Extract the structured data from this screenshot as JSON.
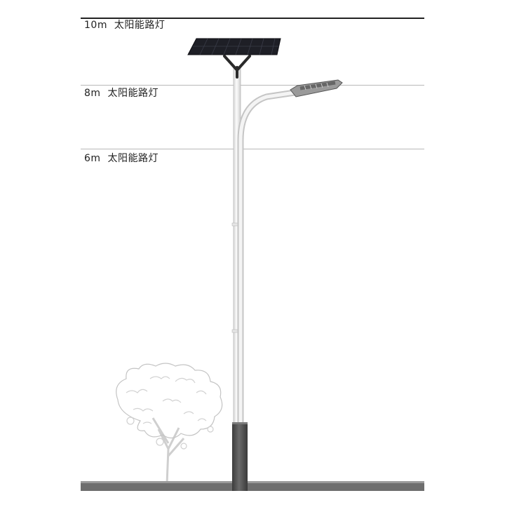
{
  "height_markers": [
    {
      "height_m": 10,
      "label": "10m  太阳能路灯"
    },
    {
      "height_m": 8,
      "label": "8m  太阳能路灯"
    },
    {
      "height_m": 6,
      "label": "6m  太阳能路灯"
    }
  ],
  "colors": {
    "top_line": "#222222",
    "guide_line": "#b8b8b8",
    "ground": "#6e6e6e",
    "pole": "#eeeeee",
    "pole_outline": "#b5b5b5",
    "pole_base": "#555555",
    "solar_panel": "#1e1f26",
    "lamp_head": "#8a8a8a",
    "tree": "#c9c9c9"
  },
  "icons": {
    "solar_panel": "solar-panel-icon",
    "lamp_head": "led-lamp-head-icon",
    "tree": "tree-icon"
  }
}
